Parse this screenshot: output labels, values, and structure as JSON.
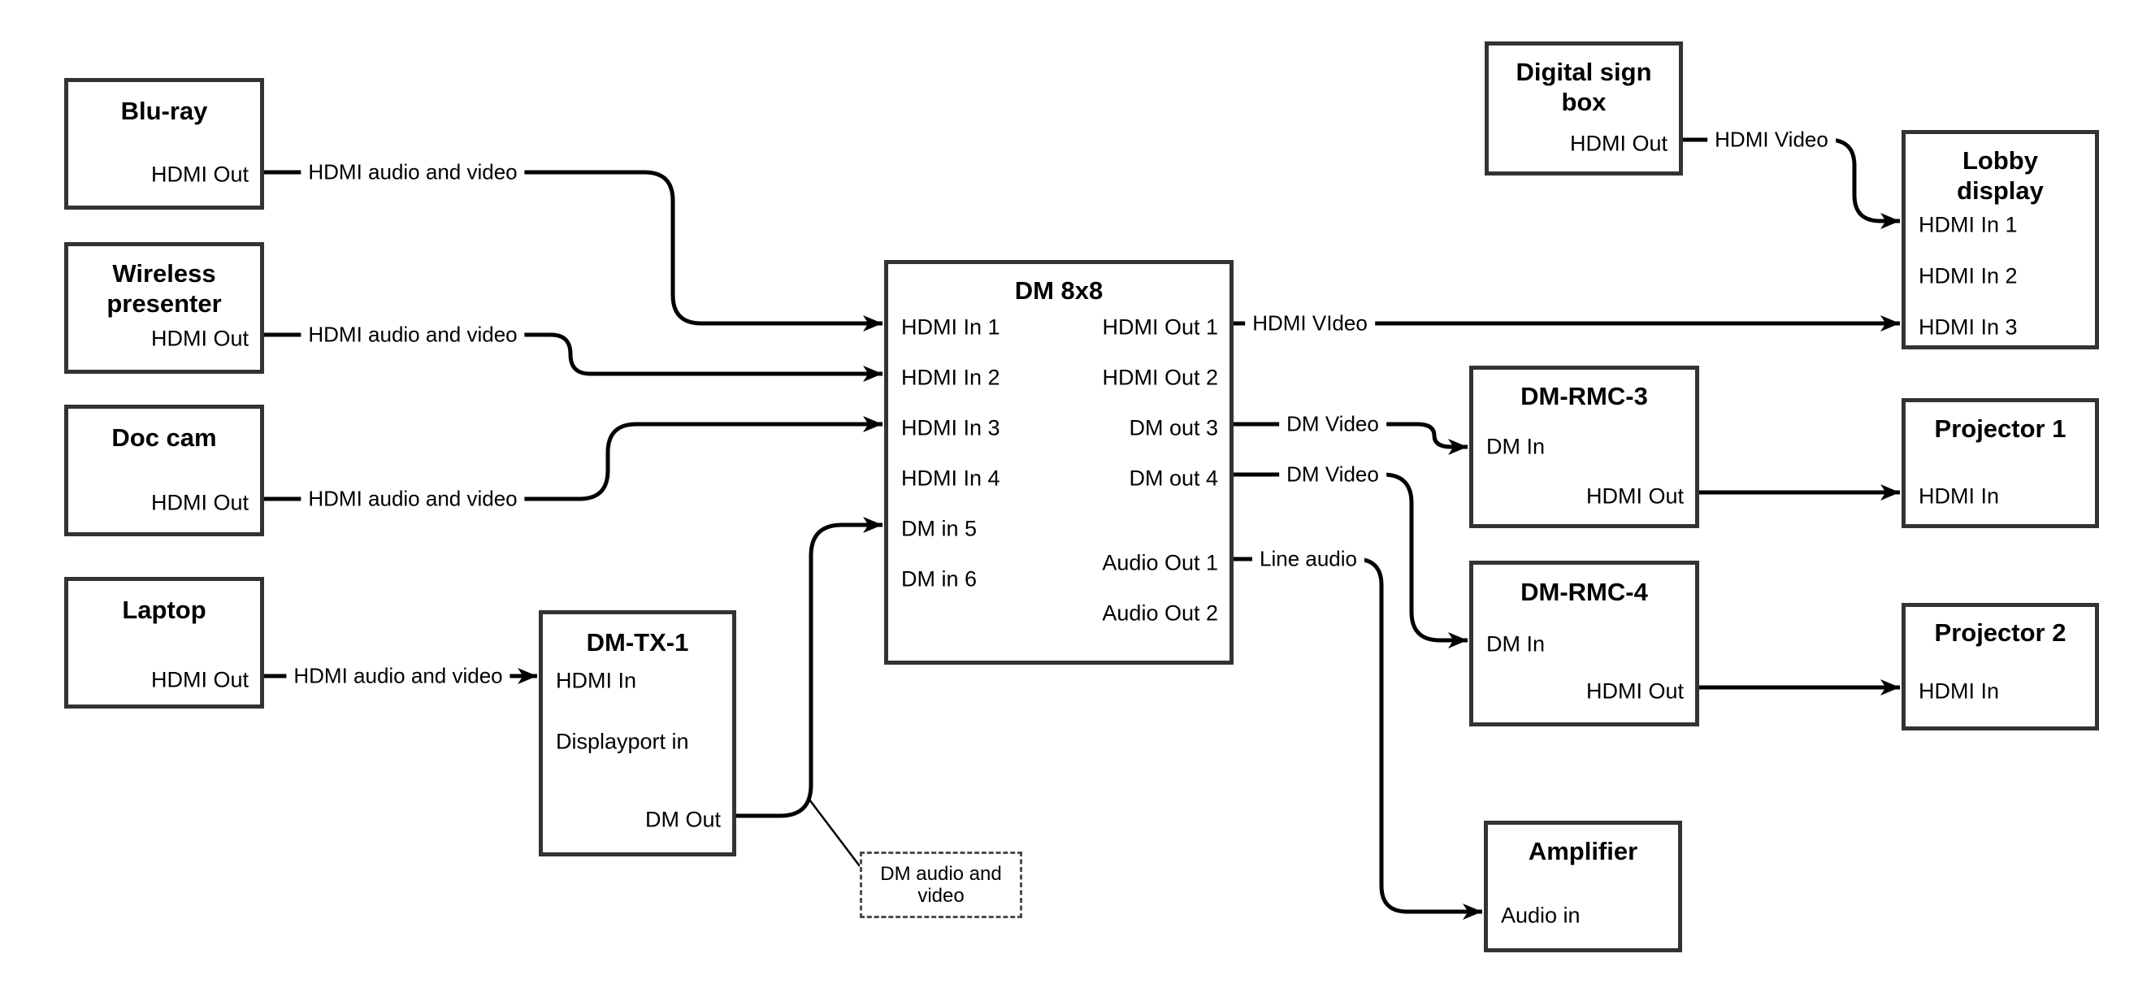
{
  "diagram": {
    "nodes": {
      "bluray": {
        "title": "Blu-ray",
        "ports": [
          "HDMI Out"
        ]
      },
      "wireless": {
        "title_line1": "Wireless",
        "title_line2": "presenter",
        "ports": [
          "HDMI Out"
        ]
      },
      "doccam": {
        "title": "Doc cam",
        "ports": [
          "HDMI Out"
        ]
      },
      "laptop": {
        "title": "Laptop",
        "ports": [
          "HDMI Out"
        ]
      },
      "dmtx1": {
        "title": "DM-TX-1",
        "ports": [
          "HDMI In",
          "Displayport in",
          "DM Out"
        ]
      },
      "dm8x8": {
        "title": "DM 8x8",
        "ports_left": [
          "HDMI In 1",
          "HDMI In 2",
          "HDMI In 3",
          "HDMI In 4",
          "DM in 5",
          "DM in 6"
        ],
        "ports_right": [
          "HDMI Out 1",
          "HDMI Out 2",
          "DM out 3",
          "DM out 4",
          "Audio Out 1",
          "Audio Out 2"
        ]
      },
      "signbox": {
        "title_line1": "Digital sign",
        "title_line2": "box",
        "ports": [
          "HDMI Out"
        ]
      },
      "lobby": {
        "title_line1": "Lobby",
        "title_line2": "display",
        "ports": [
          "HDMI In 1",
          "HDMI In 2",
          "HDMI In 3"
        ]
      },
      "dmrmc3": {
        "title": "DM-RMC-3",
        "ports": [
          "DM In",
          "HDMI Out"
        ]
      },
      "proj1": {
        "title": "Projector 1",
        "ports": [
          "HDMI In"
        ]
      },
      "dmrmc4": {
        "title": "DM-RMC-4",
        "ports": [
          "DM In",
          "HDMI Out"
        ]
      },
      "proj2": {
        "title": "Projector 2",
        "ports": [
          "HDMI In"
        ]
      },
      "amplifier": {
        "title": "Amplifier",
        "ports": [
          "Audio in"
        ]
      }
    },
    "connections": [
      {
        "from": "bluray.HDMI Out",
        "to": "dm8x8.HDMI In 1",
        "label": "HDMI audio and video"
      },
      {
        "from": "wireless.HDMI Out",
        "to": "dm8x8.HDMI In 2",
        "label": "HDMI audio and video"
      },
      {
        "from": "doccam.HDMI Out",
        "to": "dm8x8.HDMI In 3",
        "label": "HDMI audio and video"
      },
      {
        "from": "laptop.HDMI Out",
        "to": "dmtx1.HDMI In",
        "label": "HDMI audio and video"
      },
      {
        "from": "dmtx1.DM Out",
        "to": "dm8x8.DM in 5",
        "label": ""
      },
      {
        "from": "dm8x8.HDMI Out 1",
        "to": "lobby.HDMI In 3",
        "label": "HDMI VIdeo"
      },
      {
        "from": "signbox.HDMI Out",
        "to": "lobby.HDMI In 1",
        "label": "HDMI Video"
      },
      {
        "from": "dm8x8.DM out 3",
        "to": "dmrmc3.DM In",
        "label": "DM Video"
      },
      {
        "from": "dm8x8.DM out 4",
        "to": "dmrmc4.DM In",
        "label": "DM Video"
      },
      {
        "from": "dm8x8.Audio Out 1",
        "to": "amplifier.Audio in",
        "label": "Line audio"
      },
      {
        "from": "dmrmc3.HDMI Out",
        "to": "proj1.HDMI In",
        "label": ""
      },
      {
        "from": "dmrmc4.HDMI Out",
        "to": "proj2.HDMI In",
        "label": ""
      }
    ],
    "note": {
      "line1": "DM audio and",
      "line2": "video"
    },
    "colors": {
      "background": "#ffffff",
      "box_border": "#333333",
      "wire": "#000000",
      "text": "#000000",
      "note_border": "#4d4d4d"
    }
  }
}
